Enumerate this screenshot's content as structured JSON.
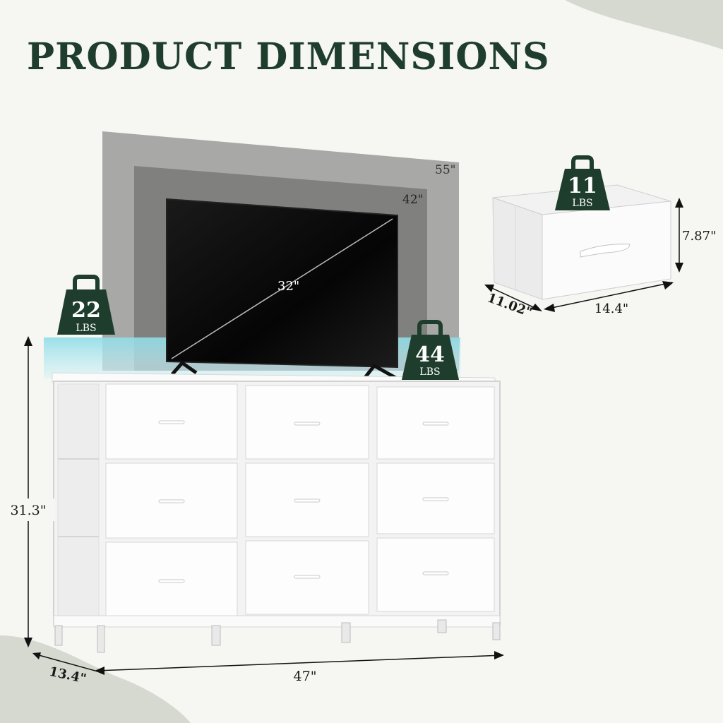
{
  "title": "PRODUCT DIMENSIONS",
  "colors": {
    "background": "#f6f6f2",
    "accent": "#1f3d2c",
    "leaf": "#d5d9cf",
    "tv_55": "#9a9a9a",
    "tv_42": "#7b7b7b",
    "led_glow": "#9fe3f0"
  },
  "tv_sizes": {
    "size_55": "55\"",
    "size_42": "42\"",
    "size_32": "32\""
  },
  "weights": {
    "top_surface": {
      "value": "22",
      "unit": "LBS"
    },
    "total_load": {
      "value": "44",
      "unit": "LBS"
    },
    "drawer": {
      "value": "11",
      "unit": "LBS"
    }
  },
  "dresser_dimensions": {
    "height": "31.3\"",
    "width": "47\"",
    "depth": "13.4\""
  },
  "drawer_dimensions": {
    "height": "7.87\"",
    "width": "14.4\"",
    "depth": "11.02\""
  }
}
